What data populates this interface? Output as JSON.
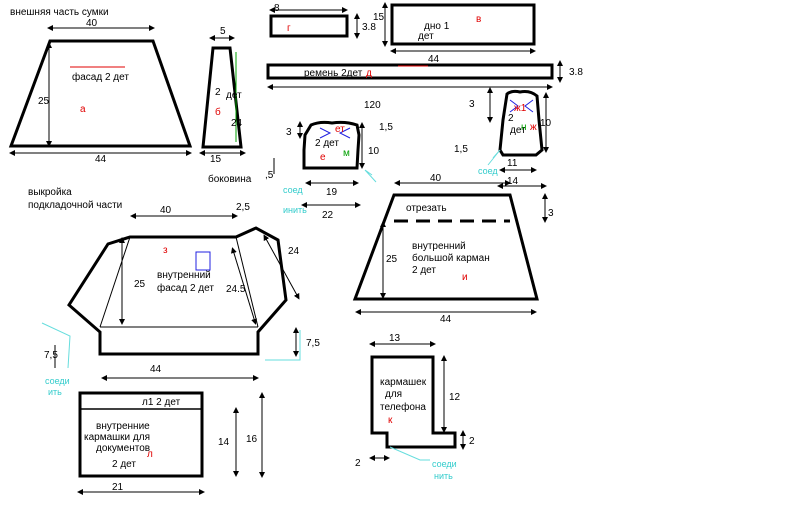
{
  "colors": {
    "outline": "#000000",
    "accent_red": "#e00000",
    "accent_green": "#00a000",
    "accent_blue": "#2020e0",
    "accent_cyan": "#33cccc"
  },
  "headings": {
    "outer": "внешняя часть сумки",
    "lining_1": "выкройка",
    "lining_2": "подкладочной части"
  },
  "facade": {
    "label": "фасад 2 дет",
    "mark": "а",
    "top": "40",
    "height": "25",
    "bottom": "44"
  },
  "side": {
    "top": "5",
    "count": "2",
    "unit": "дет",
    "mark": "б",
    "height": "24",
    "bottom": "15",
    "name": "боковина"
  },
  "tab_g": {
    "width": "8",
    "mark": "г",
    "thick": "3.8"
  },
  "bottom_v": {
    "height": "15",
    "label_1": "дно 1",
    "label_2": "дет",
    "mark": "в",
    "width": "44"
  },
  "strap": {
    "label": "ремень 2дет",
    "mark": "д",
    "width": "3.8",
    "length": "120"
  },
  "flap_e": {
    "dim_3": "3",
    "label": "2 дет",
    "mark_e": "е",
    "mark_m": "м",
    "dim_15": "1,5",
    "height": "10",
    "side": ",5",
    "inner": "19",
    "width": "22",
    "join_1": "соед",
    "join_2": "инить",
    "mark_et": "ет"
  },
  "flap_zh": {
    "dim_3": "3",
    "label_1": "2",
    "label_2": "дет",
    "mark_zh": "ж",
    "mark_1": "ж1",
    "mark_n": "н",
    "height": "10",
    "dim_15": "1,5",
    "inner": "11",
    "width": "14",
    "join": "соед"
  },
  "inner_pocket": {
    "top": "40",
    "cut": "отрезать",
    "cut_h": "3",
    "height": "25",
    "label_1": "внутренний",
    "label_2": "большой карман",
    "label_3": "2 дет",
    "mark": "и",
    "bottom": "44"
  },
  "inner_facade": {
    "top": "40",
    "dim_25a": "2,5",
    "dim_24": "24",
    "height": "25",
    "label_1": "внутренний",
    "label_2": "фасад 2 дет",
    "mark": "з",
    "diag": "24.5",
    "side": "7,5",
    "side_r": "7,5",
    "bottom": "44",
    "join_1": "соеди",
    "join_2": "ить"
  },
  "doc_pocket": {
    "top_label": "л1  2 дет",
    "label_1": "внутренние",
    "label_2": "кармашки для",
    "label_3": "документов",
    "label_4": "2 дет",
    "mark": "л",
    "h14": "14",
    "h16": "16",
    "width": "21"
  },
  "phone_pocket": {
    "width": "13",
    "label_1": "кармашек",
    "label_2": "для",
    "label_3": "телефона",
    "mark": "к",
    "height": "12",
    "notch": "2",
    "notch_r": "2",
    "join_1": "соеди",
    "join_2": "нить"
  }
}
